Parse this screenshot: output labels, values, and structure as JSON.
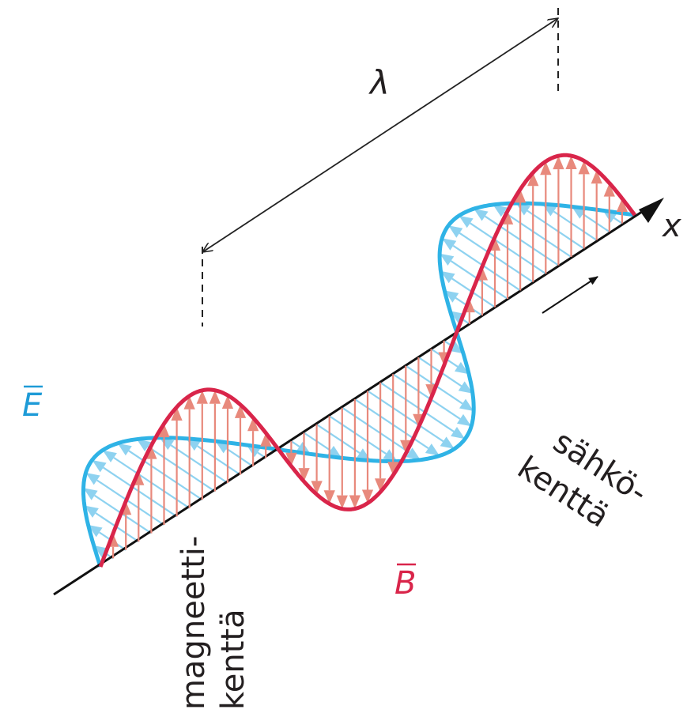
{
  "labels": {
    "lambda": "λ",
    "x_axis": "x",
    "e_symbol": "E",
    "b_symbol": "B",
    "electric_field_line1": "sähkö-",
    "electric_field_line2": "kenttä",
    "magnetic_field_line1": "magneetti-",
    "magnetic_field_line2": "kenttä"
  },
  "colors": {
    "axis": "#111111",
    "electric_field": "#2fb3e6",
    "electric_arrows": "#8ed2f0",
    "magnetic_field": "#d9254a",
    "magnetic_arrows": "#e8897c",
    "dimension_line": "#222222"
  }
}
